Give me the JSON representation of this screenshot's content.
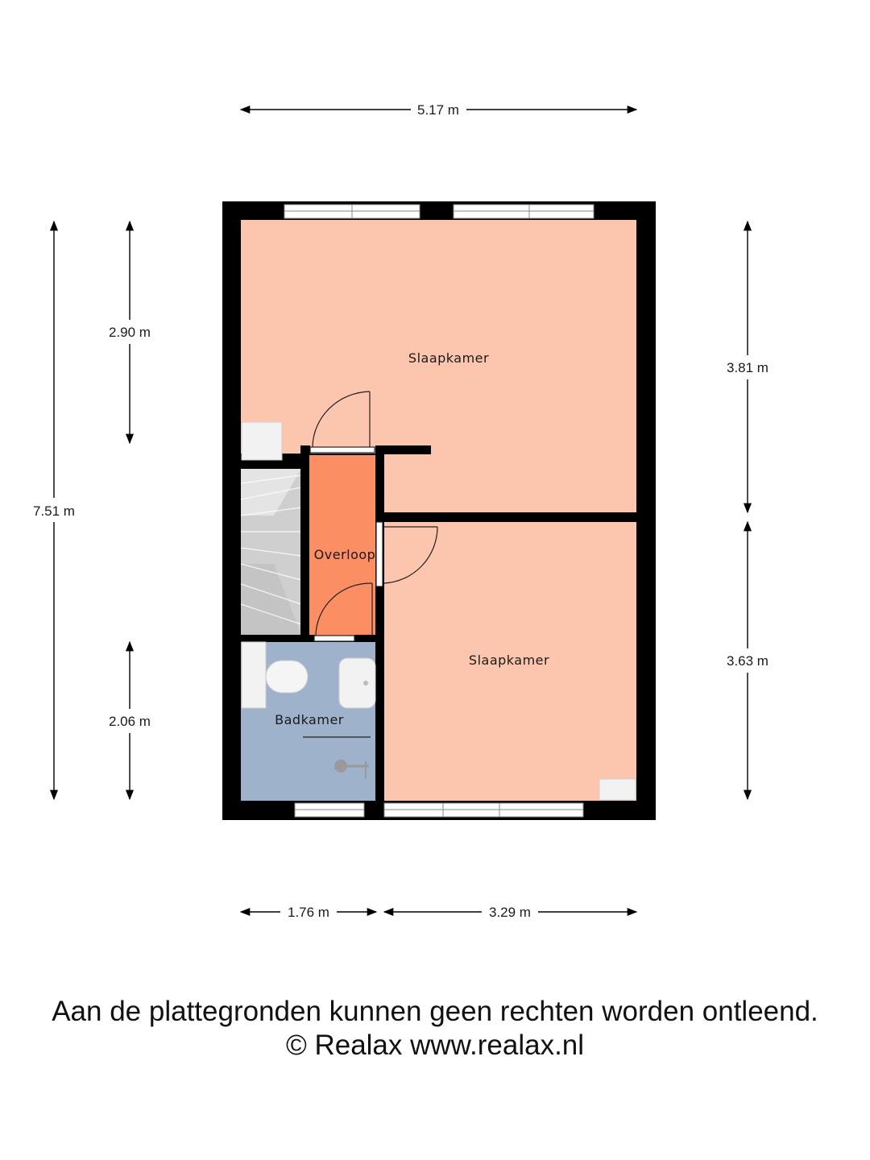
{
  "colors": {
    "wall": "#000000",
    "bedroom": "#fcc5ad",
    "landing": "#fb8e62",
    "bathroom": "#9fb2cc",
    "stairs": "#d8d8d8",
    "fixture": "#f2f2f2"
  },
  "dimensions": {
    "top_width": "5.17 m",
    "left_total": "7.51 m",
    "left_upper": "2.90 m",
    "left_lower": "2.06 m",
    "right_upper": "3.81 m",
    "right_lower": "3.63 m",
    "bottom_left": "1.76 m",
    "bottom_right": "3.29 m"
  },
  "rooms": {
    "bedroom_top": "Slaapkamer",
    "landing": "Overloop",
    "bedroom_bottom": "Slaapkamer",
    "bathroom": "Badkamer"
  },
  "footer": {
    "disclaimer": "Aan de plattegronden kunnen geen rechten worden ontleend.",
    "copyright": "© Realax www.realax.nl"
  }
}
